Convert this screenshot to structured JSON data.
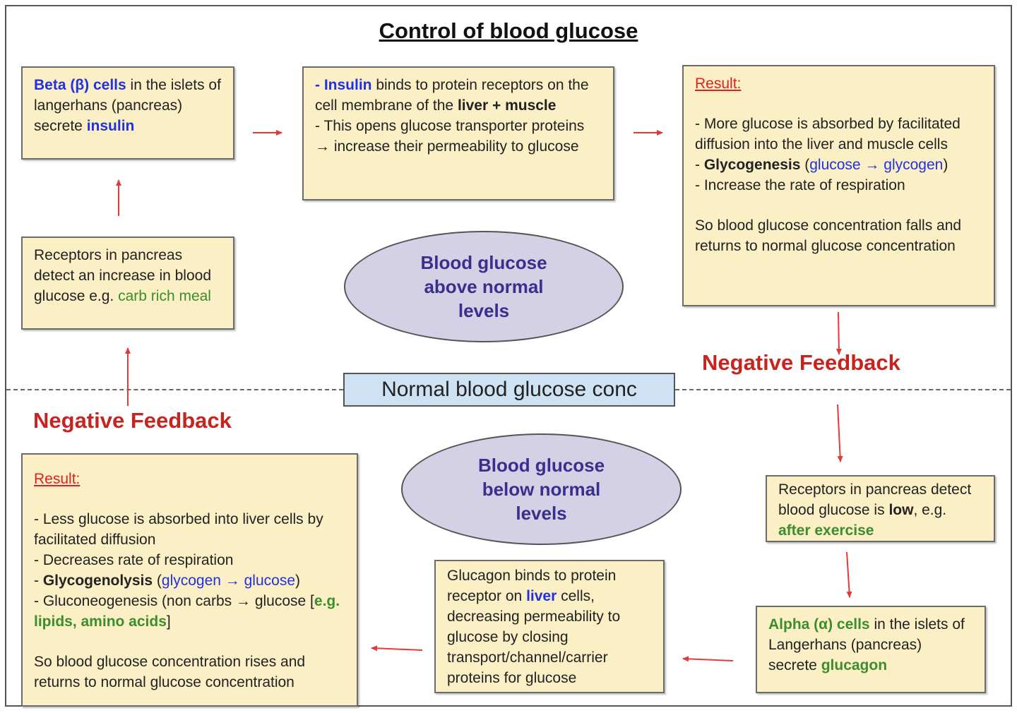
{
  "title": "Control of blood glucose",
  "normal_label": "Normal blood glucose conc",
  "neg_feedback_top": "Negative Feedback",
  "neg_feedback_bottom": "Negative Feedback",
  "ellipse_above": "Blood glucose above normal levels",
  "ellipse_below": "Blood glucose below normal levels",
  "beta_box": {
    "t1": "Beta (β) cells",
    "t2": " in the islets of langerhans (pancreas) secrete ",
    "t3": "insulin"
  },
  "insulin_box": {
    "t1": "- Insulin",
    "t2": " binds to protein receptors on the cell membrane of the ",
    "t3": "liver + muscle",
    "t4": "- This opens glucose transporter proteins → increase their permeability to glucose"
  },
  "result_high": {
    "heading": "Result:",
    "l1": "- More glucose is absorbed by facilitated diffusion into the liver and muscle cells",
    "l2a": "- ",
    "l2b": "Glycogenesis",
    "l2c": " (",
    "l2d": "glucose → glycogen",
    "l2e": ")",
    "l3": "- Increase the rate of respiration",
    "l4": "So blood glucose concentration falls and returns to normal glucose concentration"
  },
  "receptor_high": {
    "t1": "Receptors in pancreas detect an increase in blood glucose e.g. ",
    "t2": "carb rich meal"
  },
  "receptor_low": {
    "t1": "Receptors in pancreas detect blood glucose is ",
    "t2": "low",
    "t3": ", e.g. ",
    "t4": "after exercise"
  },
  "alpha_box": {
    "t1": "Alpha (α) cells",
    "t2": " in the islets of Langerhans (pancreas) secrete ",
    "t3": "glucagon"
  },
  "glucagon_box": {
    "t1": "Glucagon binds to protein receptor on ",
    "t2": "liver",
    "t3": " cells, decreasing permeability to glucose by closing transport/channel/carrier proteins for glucose"
  },
  "result_low": {
    "heading": "Result:",
    "l1": "- Less glucose is absorbed into liver cells by facilitated diffusion",
    "l2": "- Decreases rate of respiration",
    "l3a": "- ",
    "l3b": "Glycogenolysis",
    "l3c": " (",
    "l3d": "glycogen → glucose",
    "l3e": ")",
    "l4a": "- Gluconeogenesis (non carbs → glucose [",
    "l4b": "e.g. lipids, amino acids",
    "l4c": "]",
    "l5": "So blood glucose concentration rises and returns to normal glucose concentration"
  },
  "colors": {
    "box_fill": "#fbefc6",
    "arrow": "#e03a3a",
    "ellipse_fill": "#d4d0e6",
    "normal_fill": "#cfe2f3",
    "feedback_text": "#c8241f"
  }
}
